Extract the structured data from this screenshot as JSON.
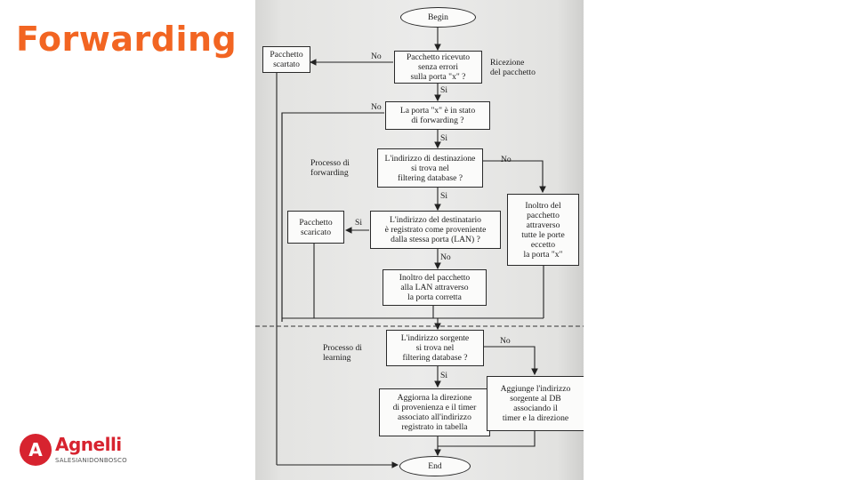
{
  "slide": {
    "title": "Forwarding",
    "logo": {
      "name": "Agnelli",
      "subtitle": "SALESIANIDONBOSCO",
      "mark": "A"
    }
  },
  "flowchart": {
    "nodes": {
      "begin": "Begin",
      "received": "Pacchetto ricevuto\nsenza errori\nsulla porta \"x\" ?",
      "discarded": "Pacchetto\nscartato",
      "forwarding_state": "La porta \"x\" è in stato\ndi forwarding ?",
      "dest_in_db": "L'indirizzo di destinazione\nsi trova nel\nfiltering database ?",
      "same_port": "L'indirizzo del destinatario\nè registrato come proveniente\ndalla stessa porta (LAN) ?",
      "dropped": "Pacchetto\nscaricato",
      "flood": "Inoltro del\npacchetto\nattraverso\ntutte le porte\neccetto\nla porta \"x\"",
      "forward_lan": "Inoltro del pacchetto\nalla LAN attraverso\nla porta corretta",
      "source_in_db": "L'indirizzo sorgente\nsi trova nel\nfiltering database ?",
      "update_entry": "Aggiorna la direzione\ndi provenienza e il timer\nassociato all'indirizzo\nregistrato in tabella",
      "add_entry": "Aggiunge l'indirizzo\nsorgente al DB\nassociando il\ntimer e la direzione",
      "end": "End"
    },
    "labels": {
      "reception": "Ricezione\ndel pacchetto",
      "forwarding_process": "Processo di\nforwarding",
      "learning_process": "Processo di\nlearning",
      "yes": "Si",
      "no": "No"
    }
  }
}
